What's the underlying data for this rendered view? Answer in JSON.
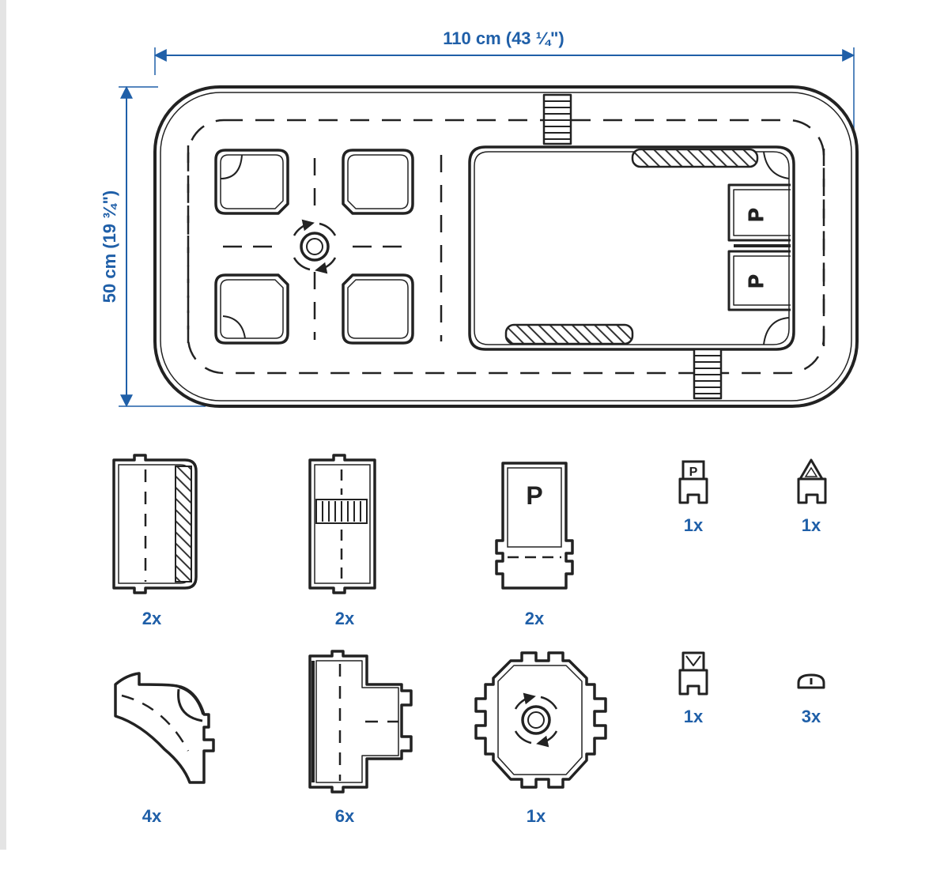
{
  "dimensions": {
    "width_label": "110 cm (43 ¼\")",
    "height_label": "50 cm (19 ¾\")"
  },
  "colors": {
    "dimension": "#1f5fa8",
    "line": "#222222",
    "hatch": "#444444"
  },
  "map": {
    "parking_label_1": "P",
    "parking_label_2": "P"
  },
  "parts": [
    {
      "id": "straight-hatched",
      "qty": "2x"
    },
    {
      "id": "straight-crosswalk",
      "qty": "2x"
    },
    {
      "id": "parking-bay",
      "qty": "2x",
      "label": "P"
    },
    {
      "id": "parking-sign",
      "qty": "1x",
      "label": "P"
    },
    {
      "id": "warning-sign",
      "qty": "1x"
    },
    {
      "id": "curve",
      "qty": "4x"
    },
    {
      "id": "t-junction",
      "qty": "6x"
    },
    {
      "id": "roundabout",
      "qty": "1x"
    },
    {
      "id": "crossing-sign",
      "qty": "1x"
    },
    {
      "id": "bump",
      "qty": "3x"
    }
  ]
}
